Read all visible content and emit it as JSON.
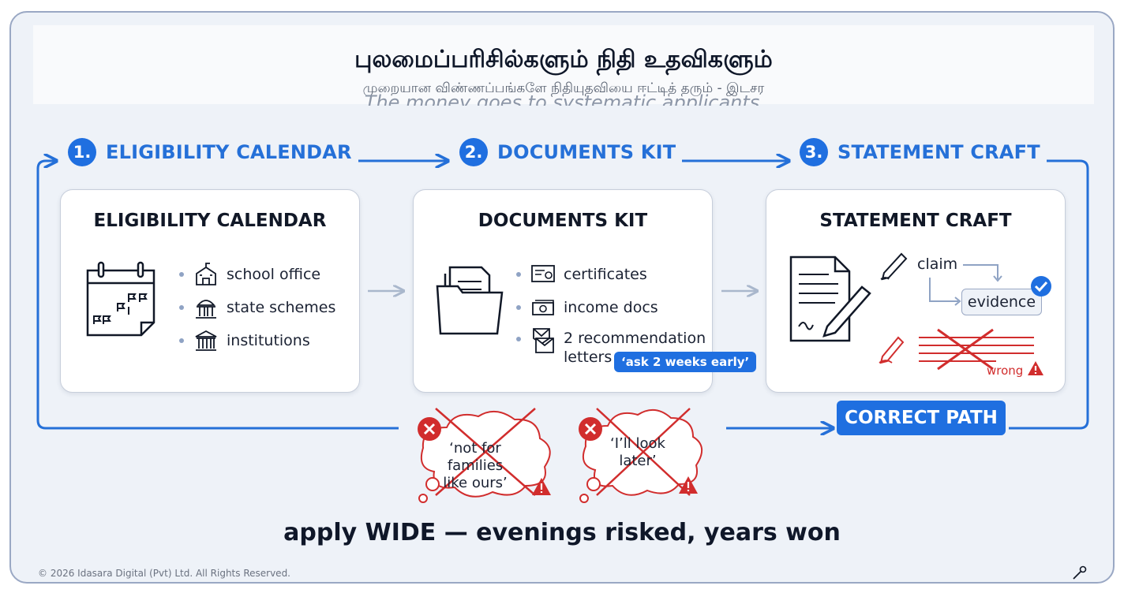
{
  "header": {
    "title": "புலமைப்பரிசில்களும் நிதி உதவிகளும்",
    "subtitle": "முறையான விண்ணப்பங்களே நிதியுதவியை ஈட்டித் தரும் - இடசர",
    "tagline": "The money goes to systematic applicants"
  },
  "steps": [
    {
      "number": "1.",
      "label": "ELIGIBILITY CALENDAR"
    },
    {
      "number": "2.",
      "label": "DOCUMENTS KIT"
    },
    {
      "number": "3.",
      "label": "STATEMENT CRAFT"
    }
  ],
  "cards": {
    "eligibility": {
      "title": "ELIGIBILITY CALENDAR",
      "items": [
        "school office",
        "state schemes",
        "institutions"
      ]
    },
    "documents": {
      "title": "DOCUMENTS KIT",
      "items": [
        "certificates",
        "income docs",
        "2 recommendation",
        "letters"
      ],
      "note": "‘ask 2 weeks early’"
    },
    "statement": {
      "title": "STATEMENT CRAFT",
      "claim": "claim",
      "evidence": "evidence",
      "wrong": "wrong"
    }
  },
  "correct_path": "CORRECT PATH",
  "myths": [
    {
      "line1": "‘not for families",
      "line2": "like ours’"
    },
    {
      "line1": "‘I’ll look",
      "line2": "later’"
    }
  ],
  "slogan": "apply WIDE — evenings risked, years won",
  "copyright": "© 2026 Idasara Digital (Pvt) Ltd. All Rights Reserved.",
  "colors": {
    "accent": "#1f6fe0",
    "danger": "#d12d2d",
    "frame": "#9aa8c4"
  }
}
